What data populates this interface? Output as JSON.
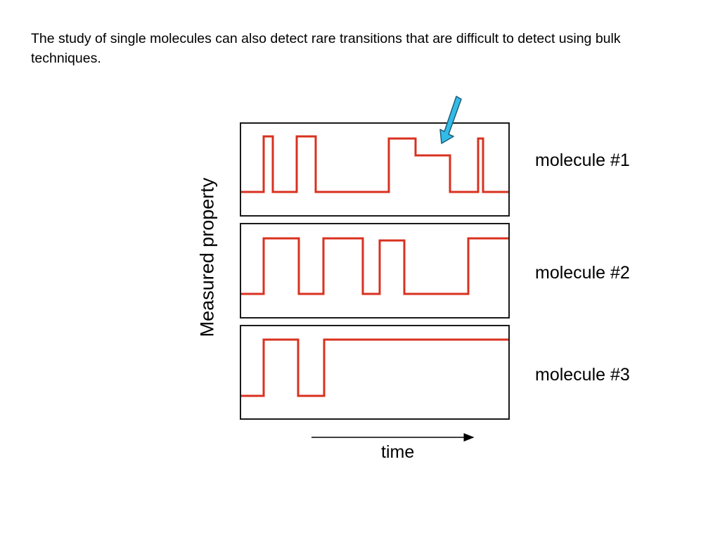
{
  "slide": {
    "caption": "The study of single molecules can also detect rare transitions that are difficult to detect using bulk techniques."
  },
  "diagram": {
    "y_axis_label": "Measured property",
    "x_axis_label": "time",
    "trace_color": "#d9311f",
    "arrow_color": "#33bbe8",
    "molecules": [
      {
        "label": "molecule #1"
      },
      {
        "label": "molecule #2"
      },
      {
        "label": "molecule #3"
      }
    ]
  }
}
